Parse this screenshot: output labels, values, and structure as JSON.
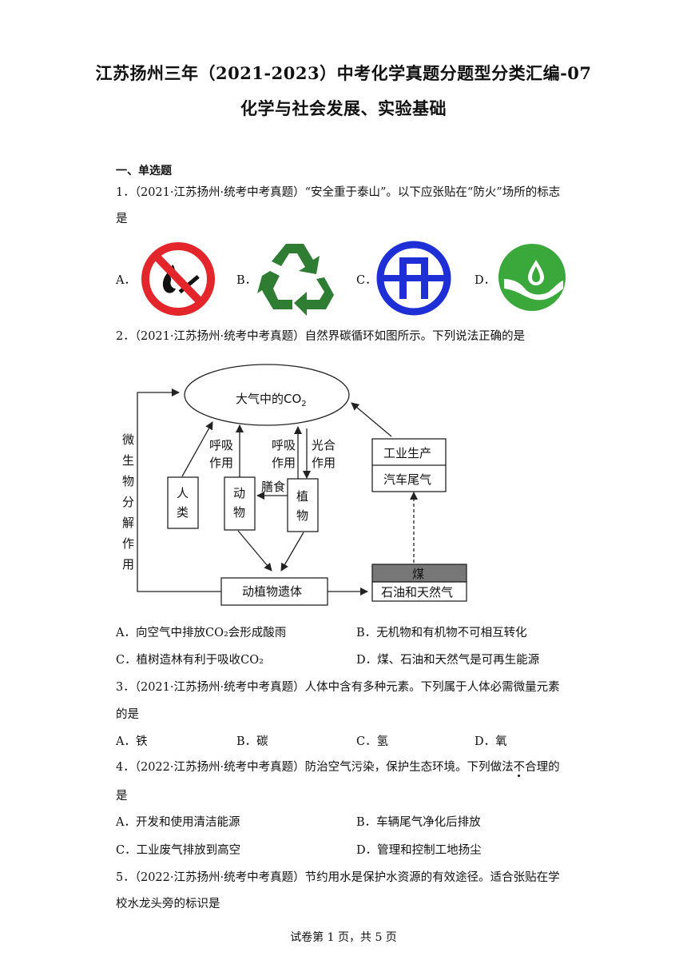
{
  "header": {
    "title_line1": "江苏扬州三年（2021-2023）中考化学真题分题型分类汇编-07",
    "title_line2": "化学与社会发展、实验基础"
  },
  "section": {
    "label": "一、单选题"
  },
  "q1": {
    "stem_line1": "1．（2021·江苏扬州·统考中考真题）“安全重于泰山”。以下应张贴在“防火”场所的标志",
    "stem_line2": "是",
    "options": [
      {
        "label": "A．",
        "icon": "no-smoking-sign-icon"
      },
      {
        "label": "B．",
        "icon": "recycling-sign-icon"
      },
      {
        "label": "C．",
        "icon": "energy-saving-sign-icon"
      },
      {
        "label": "D．",
        "icon": "water-saving-sign-icon"
      }
    ],
    "colors": {
      "red": "#e3262b",
      "green_dark": "#2e7d32",
      "blue": "#1e2fd6",
      "green": "#3aa83a"
    }
  },
  "q2": {
    "stem": "2．（2021·江苏扬州·统考中考真题）自然界碳循环如图所示。下列说法正确的是",
    "diagram": {
      "atmosphere": "大气中的CO",
      "atmosphere_sub": "2",
      "microbe": [
        "微",
        "生",
        "物",
        "分",
        "解",
        "作",
        "用"
      ],
      "resp1": [
        "呼吸",
        "作用"
      ],
      "resp2": [
        "呼吸",
        "作用"
      ],
      "photo": [
        "光合",
        "作用"
      ],
      "human": [
        "人",
        "类"
      ],
      "animal": [
        "动",
        "物"
      ],
      "plant": [
        "植",
        "物"
      ],
      "food": "膳食",
      "industry": "工业生产",
      "exhaust": "汽车尾气",
      "remains": "动植物遗体",
      "coal": "煤",
      "oil_gas": "石油和天然气"
    },
    "options": [
      "A．向空气中排放CO₂会形成酸雨",
      "B．无机物和有机物不可相互转化",
      "C．植树造林有利于吸收CO₂",
      "D．煤、石油和天然气是可再生能源"
    ]
  },
  "q3": {
    "stem_line1": "3．（2021·江苏扬州·统考中考真题）人体中含有多种元素。下列属于人体必需微量元素",
    "stem_line2": "的是",
    "options": [
      "A．铁",
      "B．碳",
      "C．氢",
      "D．氧"
    ]
  },
  "q4": {
    "stem_before": "4．（2022·江苏扬州·统考中考真题）防治空气污染，保护生态环境。下列做法",
    "stem_emph": "不",
    "stem_after": "合理的",
    "stem_line2": "是",
    "options": [
      "A．开发和使用清洁能源",
      "B．车辆尾气净化后排放",
      "C．工业废气排放到高空",
      "D．管理和控制工地扬尘"
    ]
  },
  "q5": {
    "stem_line1": "5．（2022·江苏扬州·统考中考真题）节约用水是保护水资源的有效途径。适合张贴在学",
    "stem_line2": "校水龙头旁的标识是"
  },
  "footer": {
    "text": "试卷第 1 页，共 5 页"
  }
}
